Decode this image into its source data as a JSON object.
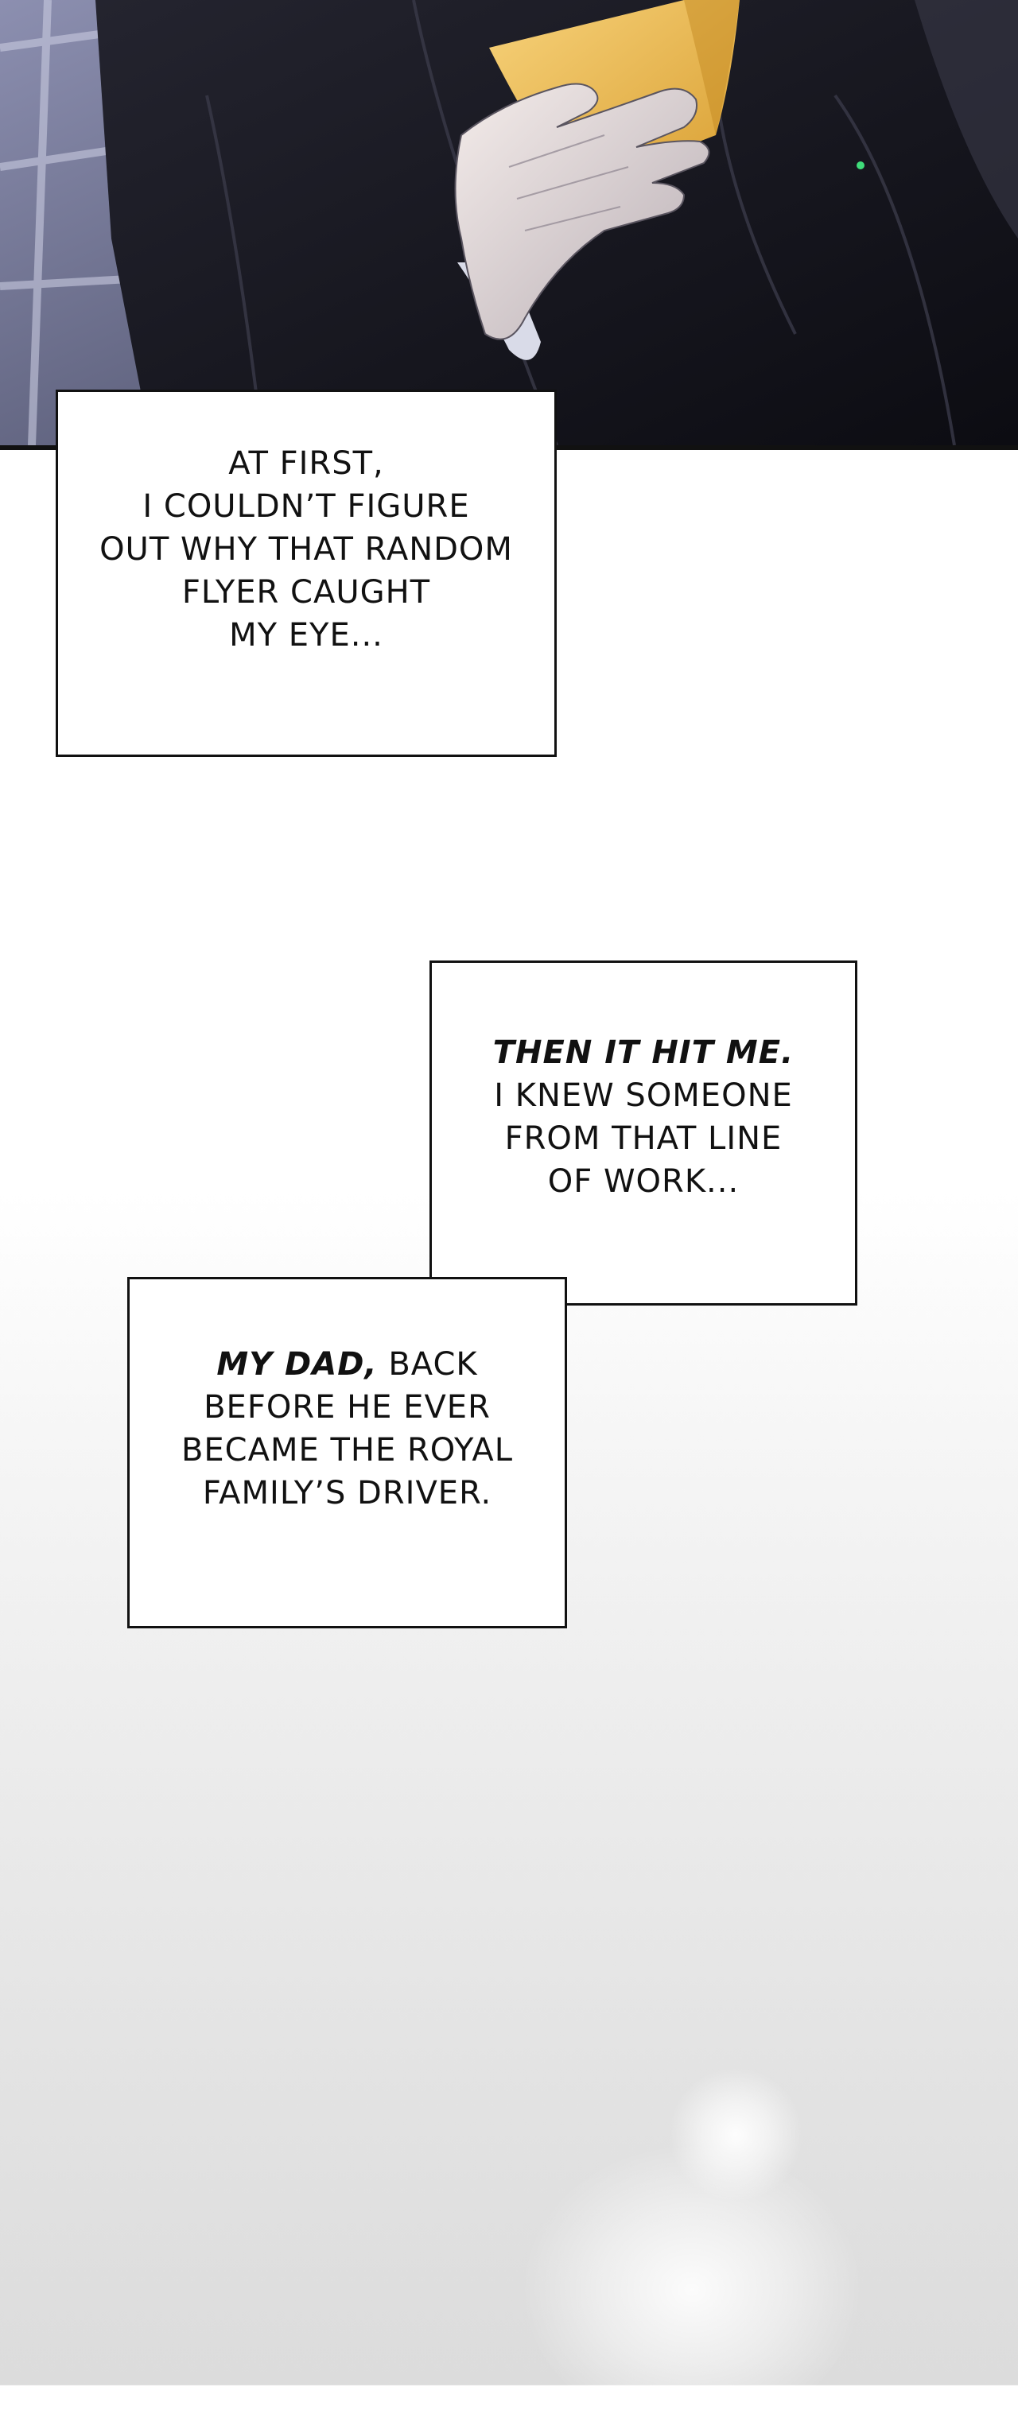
{
  "captions": {
    "caption_1": {
      "lines": [
        "AT FIRST,",
        "I COULDN’T FIGURE",
        "OUT WHY THAT RANDOM",
        "FLYER CAUGHT",
        "MY EYE..."
      ]
    },
    "caption_2": {
      "emphasis": "THEN IT HIT ME.",
      "lines": [
        "I KNEW SOMEONE",
        "FROM THAT LINE",
        "OF WORK..."
      ]
    },
    "caption_3": {
      "emphasis": "MY DAD,",
      "first_line_rest": " BACK",
      "lines": [
        "BEFORE HE EVER",
        "BECAME THE ROYAL",
        "FAMILY’S DRIVER."
      ]
    }
  },
  "colors": {
    "suit": "#16161d",
    "flyer": "#f0c35a",
    "background_window": "#5b5f7a",
    "border": "#111111"
  },
  "illustration": {
    "subject": "hand-holding-flyer"
  }
}
